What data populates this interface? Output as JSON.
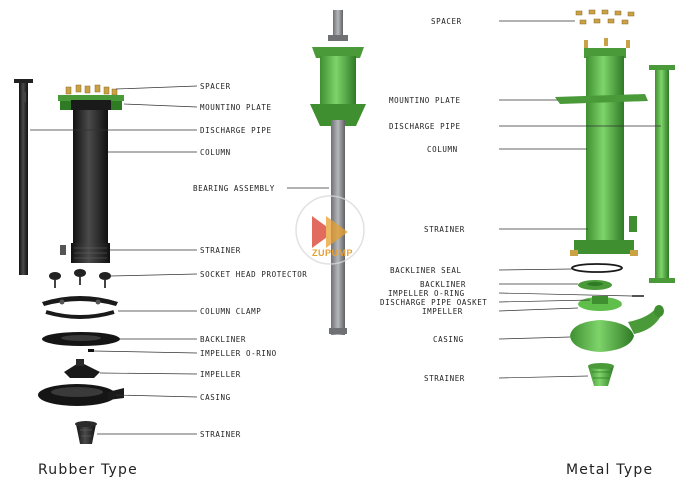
{
  "colors": {
    "rubber": "#1f1f1f",
    "metal": "#5fbf4a",
    "metal_dark": "#3f8f31",
    "shaft": "#8d8f93",
    "brass": "#caa145",
    "leader": "#333333"
  },
  "rubber": {
    "caption": "Rubber Type",
    "labels": {
      "spacer": "SPACER",
      "mounting_plate": "MOUNTINO PLATE",
      "discharge_pipe": "DISCHARGE PIPE",
      "column": "COLUMN",
      "strainer_top": "STRAINER",
      "socket_head_protector": "SOCKET HEAD PROTECTOR",
      "column_clamp": "COLUMN CLAMP",
      "backliner": "BACKLINER",
      "impeller_o_ring": "IMPELLER O-RINO",
      "impeller": "IMPELLER",
      "casing": "CASING",
      "strainer_bottom": "STRAINER"
    }
  },
  "center": {
    "bearing_assembly": "BEARING ASSEMBLY",
    "watermark": "ZUPUMP"
  },
  "metal": {
    "caption": "Metal Type",
    "labels": {
      "spacer": "SPACER",
      "mounting_plate": "MOUNTINO PLATE",
      "discharge_pipe": "DISCHARGE PIPE",
      "column": "COLUMN",
      "strainer_top": "STRAINER",
      "backliner_seal": "BACKLINER SEAL",
      "backliner": "BACKLINER",
      "impeller_o_ring": "IMPELLER O-RING",
      "discharge_pipe_gasket": "DISCHARGE PIPE OASKET",
      "impeller": "IMPELLER",
      "casing": "CASING",
      "strainer_bottom": "STRAINER"
    }
  }
}
